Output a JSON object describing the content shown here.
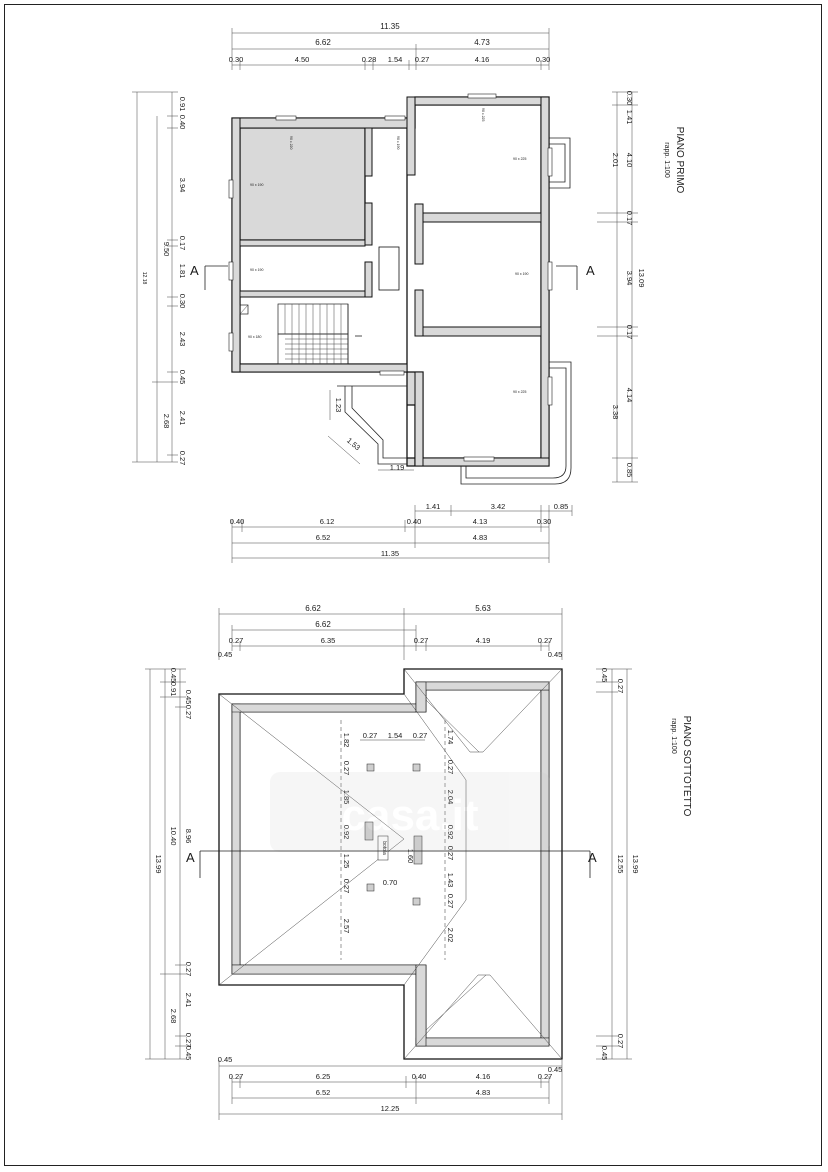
{
  "plan_top": {
    "title": "PIANO PRIMO",
    "scale": "rapp. 1:100",
    "section_mark": "A",
    "dims_top_total": "11.35",
    "dims_top_partial": [
      "6.62",
      "4.73"
    ],
    "dims_top_detail": [
      "0.30",
      "4.50",
      "0.28",
      "1.54",
      "0.27",
      "4.16",
      "0.30"
    ],
    "dims_left_detail": [
      "0.91",
      "0.40",
      "3.94",
      "0.17",
      "1.81",
      "0.30",
      "2.43",
      "0.45",
      "2.41",
      "0.27"
    ],
    "dims_left_partial": [
      "9.50",
      "2.68"
    ],
    "dims_left_total": "12.18",
    "dims_right_detail": [
      "0.30",
      "1.41",
      "4.10",
      "0.17",
      "3.94",
      "0.17",
      "4.14",
      "0.85"
    ],
    "dims_right_partial": [
      "2.01",
      "3.38"
    ],
    "dims_right_total": "13.09",
    "dims_bay": [
      "1.23",
      "1.53",
      "1.19"
    ],
    "dims_bottom_extra": [
      "1.41",
      "3.42",
      "0.85"
    ],
    "dims_bottom_detail": [
      "0.40",
      "6.12",
      "0.40",
      "4.13",
      "0.30"
    ],
    "dims_bottom_partial": [
      "6.52",
      "4.83"
    ],
    "dims_bottom_total": "11.35",
    "windows": [
      "90 x 190",
      "90 x 190",
      "90 x 180",
      "90 x 225",
      "90 x 190",
      "90 x 225",
      "90 x 220",
      "90 x 190",
      "90 x 225"
    ]
  },
  "plan_bottom": {
    "title": "PIANO SOTTOTETTO",
    "scale": "rapp. 1:100",
    "section_mark": "A",
    "dims_top_total": "6.62",
    "dims_top_over": [
      "6.62",
      "5.63"
    ],
    "dims_top_detail": [
      "0.27",
      "6.35",
      "0.27",
      "4.19",
      "0.27"
    ],
    "dims_top_offsets": [
      "0.45",
      "0.45"
    ],
    "dims_left_outer": [
      "0.45",
      "0.91",
      "10.40",
      "2.68",
      "13.99"
    ],
    "dims_left_inner": [
      "0.45",
      "0.27",
      "8.96",
      "0.27",
      "2.41",
      "0.27",
      "0.45"
    ],
    "dims_right_outer": [
      "0.45",
      "0.27",
      "12.55",
      "0.27",
      "0.45",
      "13.99"
    ],
    "interior": [
      "0.27",
      "1.54",
      "0.27",
      "1.82",
      "0.27",
      "1.85",
      "0.92",
      "1.25",
      "0.27",
      "2.57",
      "1.74",
      "0.27",
      "2.04",
      "0.92",
      "0.27",
      "1.43",
      "0.27",
      "2.02",
      "1.60",
      "0.70"
    ],
    "botola": "botola",
    "dims_bottom_detail": [
      "0.27",
      "6.25",
      "0.40",
      "4.16",
      "0.27"
    ],
    "dims_bottom_offsets": [
      "0.45",
      "0.45"
    ],
    "dims_bottom_partial": [
      "6.52",
      "4.83"
    ],
    "dims_bottom_total": "12.25"
  },
  "watermark": "casa.it"
}
